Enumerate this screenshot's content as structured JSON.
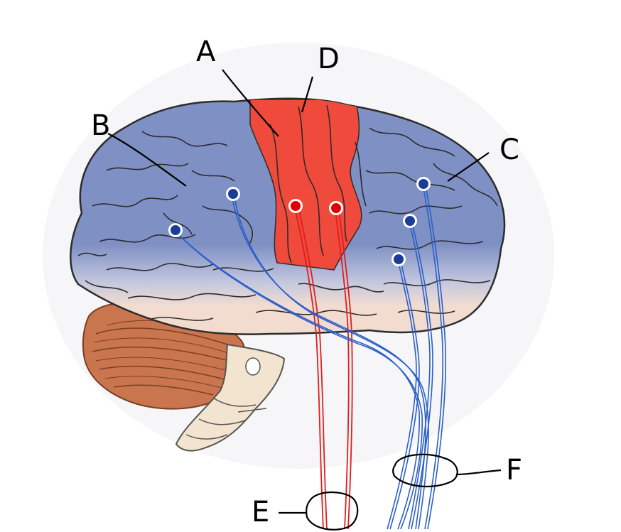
{
  "labels": {
    "A": "A",
    "B": "B",
    "C": "C",
    "D": "D",
    "E": "E",
    "F": "F"
  },
  "colors": {
    "cortex_blue": "#7f90c4",
    "motor_red": "#f04a3c",
    "lower_pink": "#f2dcd0",
    "cerebellum": "#c9764f",
    "brainstem": "#f3e4cf",
    "fiber_red": "#e21d1d",
    "fiber_blue": "#2b5fc8",
    "node_blue": "#1b3d9a",
    "node_red": "#e00000"
  },
  "icons": [
    "brain-illustration",
    "cerebellum",
    "brainstem",
    "nerve-fibers",
    "label-circle-e",
    "label-circle-f"
  ]
}
